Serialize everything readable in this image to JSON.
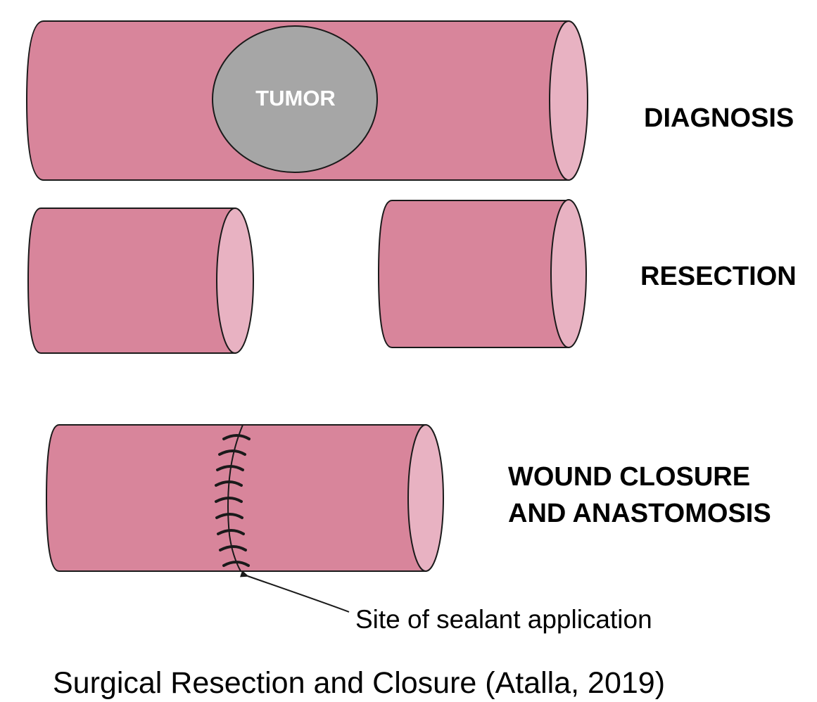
{
  "colors": {
    "tissue_body": "#d8859b",
    "tissue_end": "#e8b2c2",
    "tumor": "#a6a6a6",
    "outline": "#1a1a1a"
  },
  "stages": {
    "diagnosis": "DIAGNOSIS",
    "resection": "RESECTION",
    "closure_line1": "WOUND CLOSURE",
    "closure_line2": "AND ANASTOMOSIS"
  },
  "tumor": {
    "label": "TUMOR"
  },
  "annotation": {
    "sealant_site": "Site of sealant application"
  },
  "caption": "Surgical Resection and Closure (Atalla, 2019)"
}
